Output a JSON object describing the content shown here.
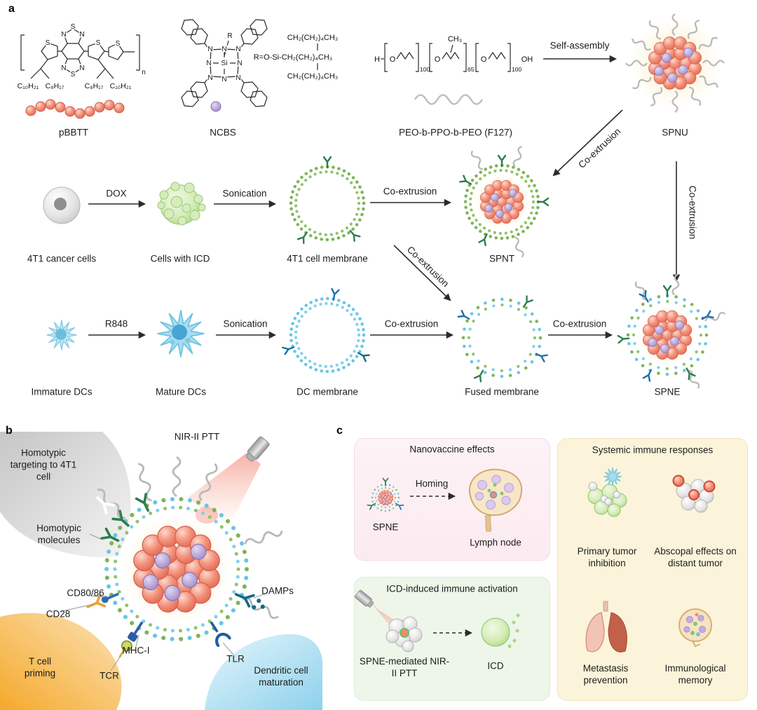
{
  "panel_labels": {
    "a": "a",
    "b": "b",
    "c": "c"
  },
  "atoms": {
    "S": "S",
    "N": "N",
    "Si": "Si",
    "R": "R",
    "n": "n",
    "H": "H",
    "O": "O",
    "OH": "OH",
    "CH3": "CH₃"
  },
  "chem": {
    "c10h21": "C₁₀H₂₁",
    "c8h17": "C₈H₁₇",
    "r_top": "CH₂(CH₂)₄CH₃",
    "r_mid": "R=O-Si-CH₂(CH₂)₄CH₃",
    "r_bot": "CH₂(CH₂)₄CH₃",
    "sub100": "100",
    "sub65": "65"
  },
  "panel_a": {
    "pbbtt": "pBBTT",
    "ncbs": "NCBS",
    "f127": "PEO-b-PPO-b-PEO (F127)",
    "self_assembly": "Self-assembly",
    "spnu": "SPNU",
    "co_extrusion": "Co-extrusion",
    "dox": "DOX",
    "sonication": "Sonication",
    "r848": "R848",
    "cells_4t1": "4T1 cancer cells",
    "cells_icd": "Cells with ICD",
    "membrane_4t1": "4T1 cell membrane",
    "spnt": "SPNT",
    "immature_dcs": "Immature DCs",
    "mature_dcs": "Mature DCs",
    "dc_membrane": "DC membrane",
    "fused_membrane": "Fused membrane",
    "spne": "SPNE"
  },
  "panel_b": {
    "homotypic_targeting": "Homotypic targeting to 4T1 cell",
    "nir_ptt": "NIR-II PTT",
    "homotypic_molecules": "Homotypic molecules",
    "cd8086": "CD80/86",
    "cd28": "CD28",
    "mhc1": "MHC-I",
    "tcr": "TCR",
    "t_cell_priming": "T cell priming",
    "damps": "DAMPs",
    "tlr": "TLR",
    "dc_maturation": "Dendritic cell maturation"
  },
  "panel_c": {
    "nanovaccine_title": "Nanovaccine effects",
    "spne": "SPNE",
    "homing": "Homing",
    "lymph_node": "Lymph node",
    "icd_title": "ICD-induced immune activation",
    "spne_mediated": "SPNE-mediated NIR-II PTT",
    "icd": "ICD",
    "systemic_title": "Systemic immune responses",
    "primary_tumor": "Primary tumor inhibition",
    "abscopal": "Abscopal effects on distant tumor",
    "metastasis": "Metastasis prevention",
    "memory": "Immunological memory"
  },
  "colors": {
    "core_red": "#e5705a",
    "dye_purple": "#a793cf",
    "membrane_green": "#7db457",
    "membrane_blue": "#67c6e4",
    "beam_red": "#ee4c33",
    "t_cell_orange": "#f5a92c",
    "dc_blue": "#8ed1ec",
    "box_pink": "#fdf2f6",
    "box_green": "#edf6ea",
    "box_cream": "#fcf4da"
  }
}
